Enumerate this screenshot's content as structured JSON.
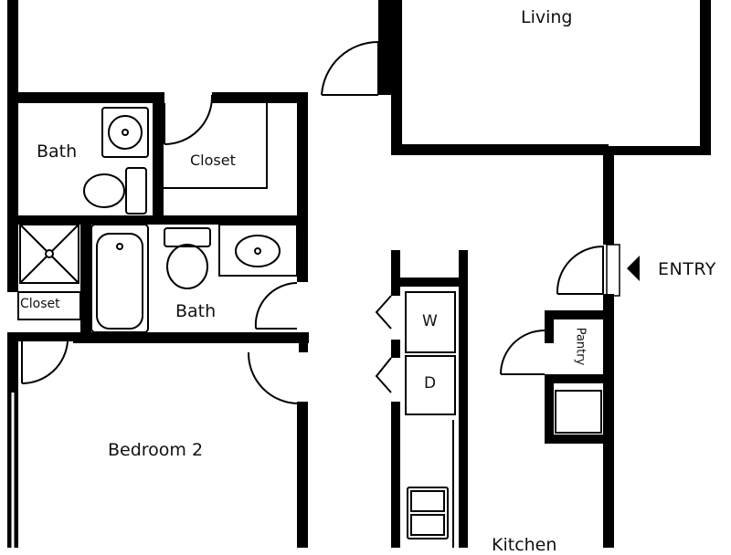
{
  "rooms": {
    "living": "Living",
    "bath_1": "Bath",
    "closet_1": "Closet",
    "bath_2": "Bath",
    "closet_2": "Closet",
    "bedroom_2": "Bedroom 2",
    "pantry": "Pantry",
    "kitchen": "Kitchen"
  },
  "appliances": {
    "washer": "W",
    "dryer": "D"
  },
  "entry_label": "ENTRY",
  "colors": {
    "walls": "#000000",
    "background": "#ffffff"
  }
}
